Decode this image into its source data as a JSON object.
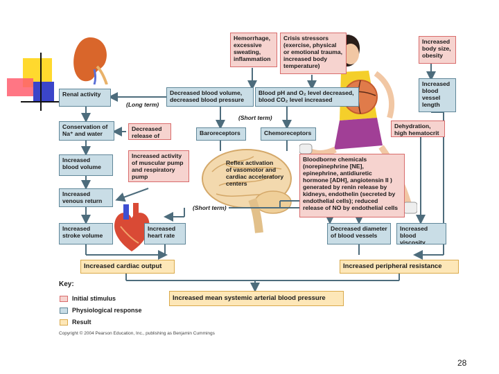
{
  "stimuli": {
    "hemorrhage": "Hemorrhage,\nexcessive\nsweating,\ninflammation",
    "crisis": "Crisis stressors\n(exercise, physical\nor emotional trauma,\nincreased body\ntemperature)",
    "body_size": "Increased\nbody size,\nobesity",
    "dehydration": "Dehydration,\nhigh hematocrit"
  },
  "responses": {
    "renal_activity": "Renal activity",
    "decreased_bv": "Decreased blood volume,\ndecreased blood pressure",
    "blood_ph": "Blood pH and O₂ level decreased,\nblood CO₂ level increased",
    "vessel_length": "Increased\nblood\nvessel\nlength",
    "conservation": "Conservation of\nNa⁺ and water",
    "anp": "Decreased\nrelease of ANP",
    "baroreceptors": "Baroreceptors",
    "chemoreceptors": "Chemoreceptors",
    "blood_volume": "Increased\nblood volume",
    "muscular_pump": "Increased activity\nof muscular pump\nand respiratory\npump",
    "reflex": "Reflex activation\nof vasomotor and\ncardiac acceleratory\ncenters",
    "bloodborne": "Bloodborne chemicals\n(norepinephrine [NE],\nepinephrine, antidiuretic\nhormone [ADH], angiotensin II )\ngenerated by renin release by\nkidneys, endothelin (secreted by\nendothelial cells); reduced\nrelease of NO by endothelial cells",
    "venous_return": "Increased\nvenous return",
    "stroke_volume": "Increased\nstroke volume",
    "heart_rate": "Increased\nheart rate",
    "diameter": "Decreased diameter\nof blood vessels",
    "viscosity": "Increased\nblood viscosity"
  },
  "results": {
    "cardiac_output": "Increased cardiac output",
    "peripheral_resistance": "Increased peripheral resistance",
    "map": "Increased mean systemic arterial blood pressure"
  },
  "annotations": {
    "long_term": "(Long term)",
    "short_term_top": "(Short term)",
    "short_term_mid": "(Short term)"
  },
  "key": {
    "title": "Key:",
    "initial_stimulus": "Initial stimulus",
    "physiological_response": "Physiological response",
    "result": "Result"
  },
  "colors": {
    "stimulus": "#f6d3cf",
    "response": "#c9dde6",
    "result": "#fde7b8"
  },
  "copyright": "Copyright © 2004 Pearson Education, Inc., publishing as Benjamin Cummings",
  "page_number": "28"
}
